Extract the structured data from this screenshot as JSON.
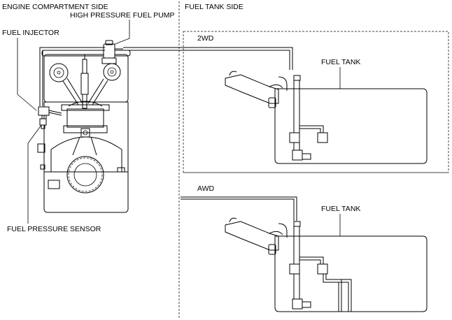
{
  "sections": {
    "engine_side": "ENGINE COMPARTMENT SIDE",
    "tank_side": "FUEL TANK SIDE"
  },
  "labels": {
    "high_pressure_pump": "HIGH PRESSURE FUEL PUMP",
    "fuel_injector": "FUEL INJECTOR",
    "fuel_pressure_sensor": "FUEL PRESSURE SENSOR"
  },
  "variants": {
    "twowd": {
      "title": "2WD",
      "tank_label": "FUEL TANK"
    },
    "awd": {
      "title": "AWD",
      "tank_label": "FUEL TANK"
    }
  }
}
